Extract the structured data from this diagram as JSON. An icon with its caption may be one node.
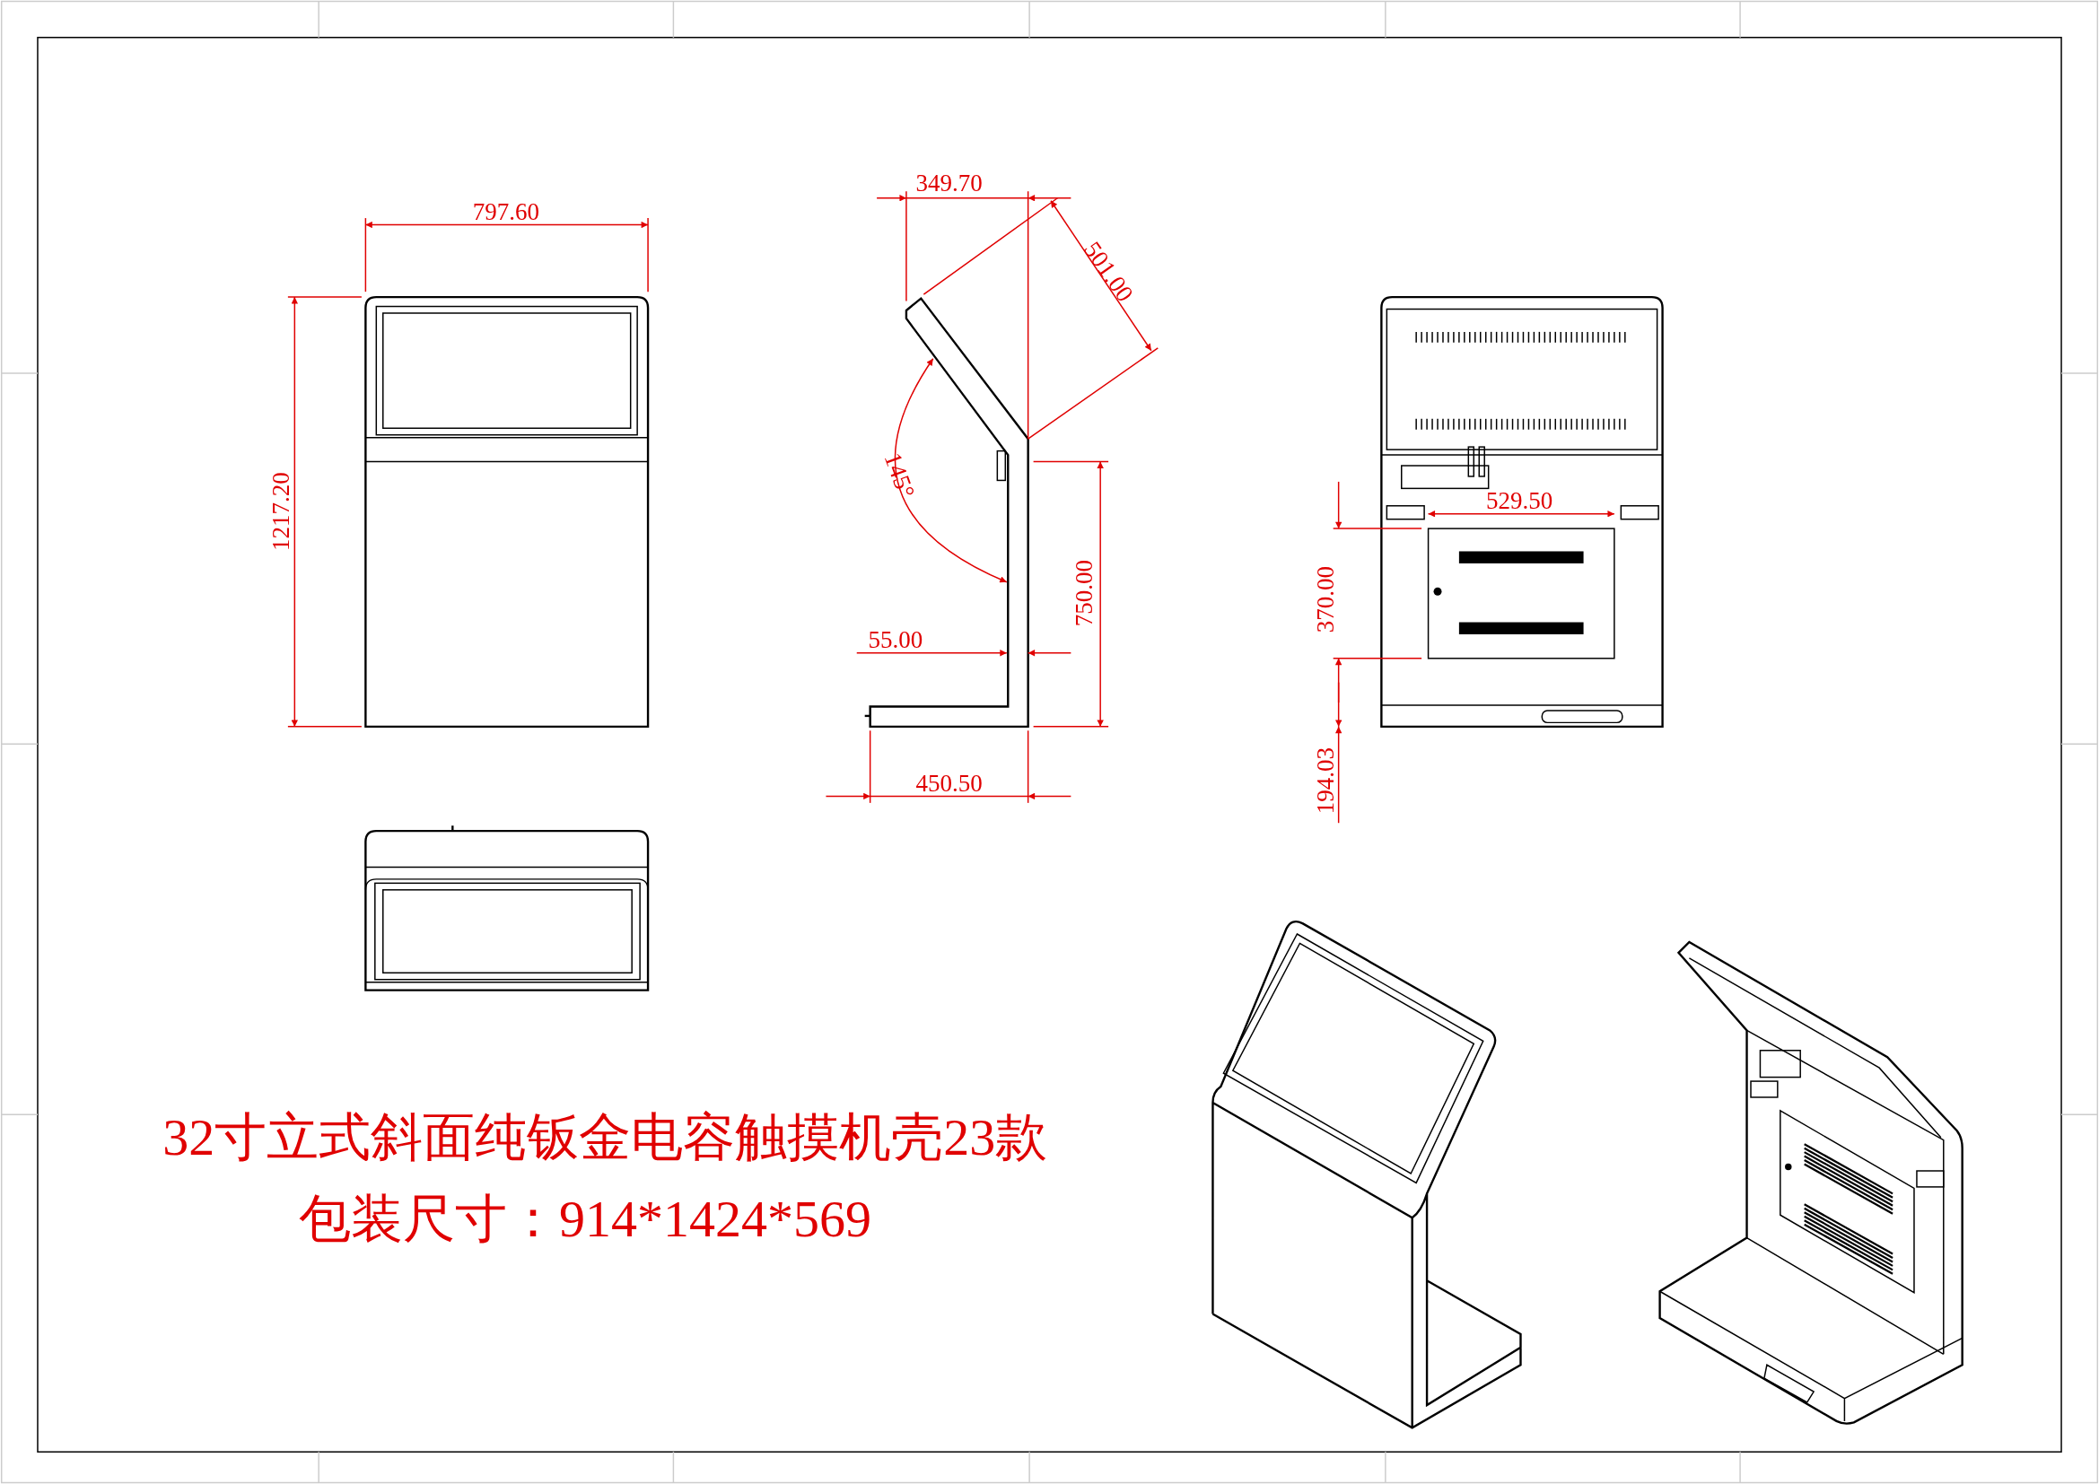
{
  "diagram": {
    "title": "32寸立式斜面纯钣金电容触摸机壳23款",
    "caption": "包装尺寸：914*1424*569",
    "labels": [
      "797.60",
      "1217.20",
      "349.70",
      "501.00",
      "145°",
      "750.00",
      "55.00",
      "450.50",
      "529.50",
      "370.00",
      "194.03"
    ]
  }
}
